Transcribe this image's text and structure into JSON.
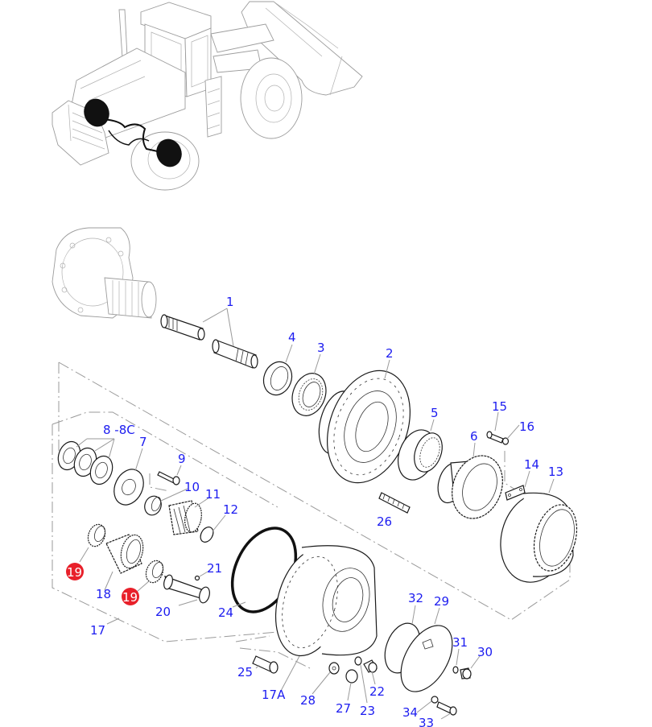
{
  "diagram": {
    "title": "Front axle planetary hub - exploded parts view",
    "overview_illustration": "wheel-loader-front-axle-highlighted",
    "colors": {
      "callout_text": "#1c1cf0",
      "highlight_badge": "#e8202a",
      "line_art": "#1a1a1a",
      "ghost_art": "#9c9c9c"
    },
    "callouts": [
      {
        "label": "1",
        "highlighted": false
      },
      {
        "label": "2",
        "highlighted": false
      },
      {
        "label": "3",
        "highlighted": false
      },
      {
        "label": "4",
        "highlighted": false
      },
      {
        "label": "5",
        "highlighted": false
      },
      {
        "label": "6",
        "highlighted": false
      },
      {
        "label": "7",
        "highlighted": false
      },
      {
        "label": "8 -8C",
        "highlighted": false
      },
      {
        "label": "9",
        "highlighted": false
      },
      {
        "label": "10",
        "highlighted": false
      },
      {
        "label": "11",
        "highlighted": false
      },
      {
        "label": "12",
        "highlighted": false
      },
      {
        "label": "13",
        "highlighted": false
      },
      {
        "label": "14",
        "highlighted": false
      },
      {
        "label": "15",
        "highlighted": false
      },
      {
        "label": "16",
        "highlighted": false
      },
      {
        "label": "17",
        "highlighted": false
      },
      {
        "label": "18",
        "highlighted": false
      },
      {
        "label": "19",
        "highlighted": true
      },
      {
        "label": "19",
        "highlighted": true
      },
      {
        "label": "20",
        "highlighted": false
      },
      {
        "label": "21",
        "highlighted": false
      },
      {
        "label": "22",
        "highlighted": false
      },
      {
        "label": "23",
        "highlighted": false
      },
      {
        "label": "24",
        "highlighted": false
      },
      {
        "label": "25",
        "highlighted": false
      },
      {
        "label": "26",
        "highlighted": false
      },
      {
        "label": "27",
        "highlighted": false
      },
      {
        "label": "28",
        "highlighted": false
      },
      {
        "label": "29",
        "highlighted": false
      },
      {
        "label": "30",
        "highlighted": false
      },
      {
        "label": "31",
        "highlighted": false
      },
      {
        "label": "32",
        "highlighted": false
      },
      {
        "label": "33",
        "highlighted": false
      },
      {
        "label": "34",
        "highlighted": false
      },
      {
        "label": "17A",
        "highlighted": false
      }
    ]
  }
}
